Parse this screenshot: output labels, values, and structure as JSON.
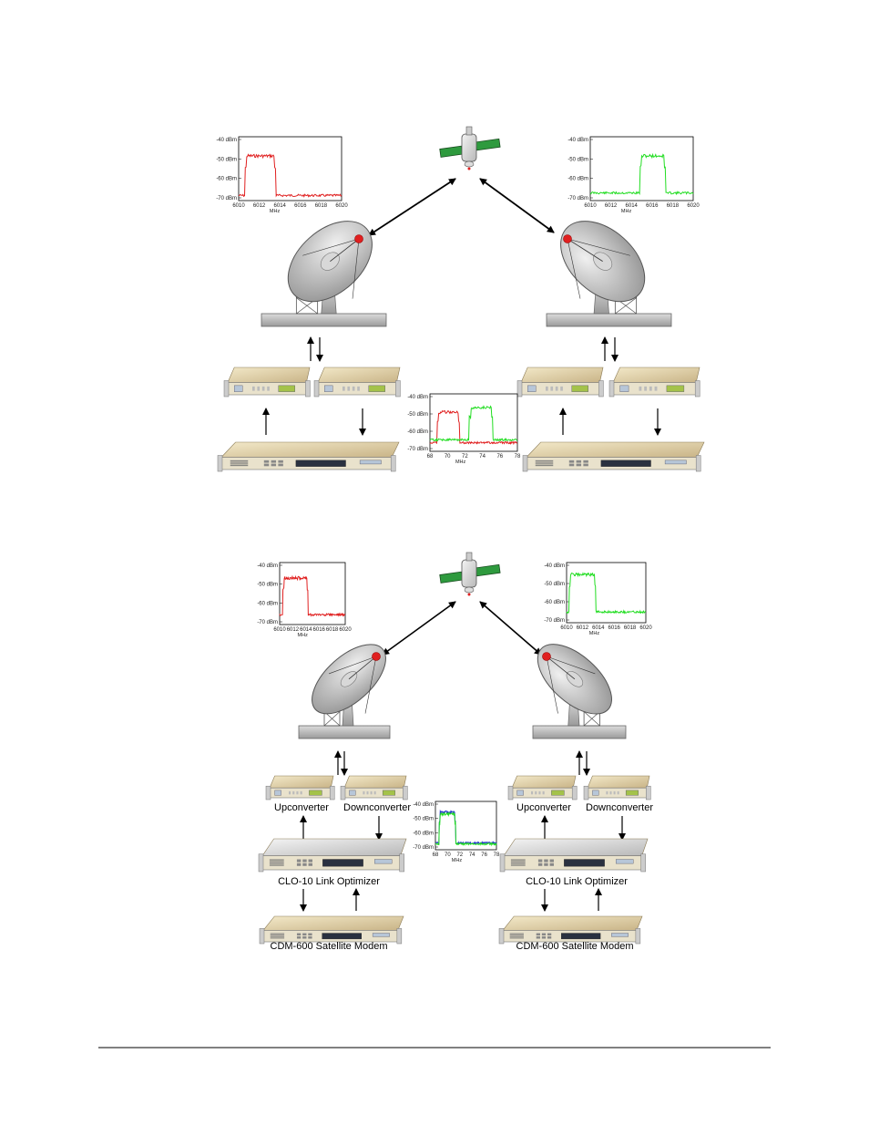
{
  "colors": {
    "red_trace": "#e02020",
    "green_trace": "#22dd22",
    "blue_trace": "#2233cc",
    "equipment_tan": "#e6d8b0",
    "dish_gray": "#b8b8b8",
    "link_arrow": "#000000",
    "footer_rule": "#000000"
  },
  "icons": [
    "satellite-icon",
    "dish-antenna-icon",
    "converter-unit-icon",
    "modem-unit-icon",
    "link-optimizer-unit-icon"
  ],
  "top_diagram": {
    "spectrum_tx_left": {
      "trace": "red",
      "y_ticks": [
        "-40 dBm",
        "-50 dBm",
        "-60 dBm",
        "-70 dBm"
      ],
      "x_ticks": [
        "6010",
        "6012",
        "6014",
        "6016",
        "6018",
        "6020"
      ],
      "x_unit": "MHz"
    },
    "spectrum_tx_right": {
      "trace": "green",
      "y_ticks": [
        "-40 dBm",
        "-50 dBm",
        "-60 dBm",
        "-70 dBm"
      ],
      "x_ticks": [
        "6010",
        "6012",
        "6014",
        "6016",
        "6018",
        "6020"
      ],
      "x_unit": "MHz"
    },
    "spectrum_rx_center": {
      "trace": "red+green",
      "y_ticks": [
        "-40 dBm",
        "-50 dBm",
        "-60 dBm",
        "-70 dBm"
      ],
      "x_ticks": [
        "68",
        "70",
        "72",
        "74",
        "76",
        "78"
      ],
      "x_unit": "MHz"
    }
  },
  "bottom_diagram": {
    "spectrum_tx_left": {
      "trace": "red",
      "y_ticks": [
        "-40 dBm",
        "-50 dBm",
        "-60 dBm",
        "-70 dBm"
      ],
      "x_ticks": [
        "6010",
        "6012",
        "6014",
        "6016",
        "6018",
        "6020"
      ],
      "x_unit": "MHz"
    },
    "spectrum_tx_right": {
      "trace": "green",
      "y_ticks": [
        "-40 dBm",
        "-50 dBm",
        "-60 dBm",
        "-70 dBm"
      ],
      "x_ticks": [
        "6010",
        "6012",
        "6014",
        "6016",
        "6018",
        "6020"
      ],
      "x_unit": "MHz"
    },
    "spectrum_rx_center": {
      "trace": "green+blue",
      "y_ticks": [
        "-40 dBm",
        "-50 dBm",
        "-60 dBm",
        "-70 dBm"
      ],
      "x_ticks": [
        "68",
        "70",
        "72",
        "74",
        "76",
        "78"
      ],
      "x_unit": "MHz"
    },
    "labels": {
      "upconverter_left": "Upconverter",
      "downconverter_left": "Downconverter",
      "upconverter_right": "Upconverter",
      "downconverter_right": "Downconverter",
      "optimizer_left": "CLO-10 Link Optimizer",
      "optimizer_right": "CLO-10 Link Optimizer",
      "modem_left": "CDM-600 Satellite Modem",
      "modem_right": "CDM-600 Satellite Modem"
    }
  }
}
